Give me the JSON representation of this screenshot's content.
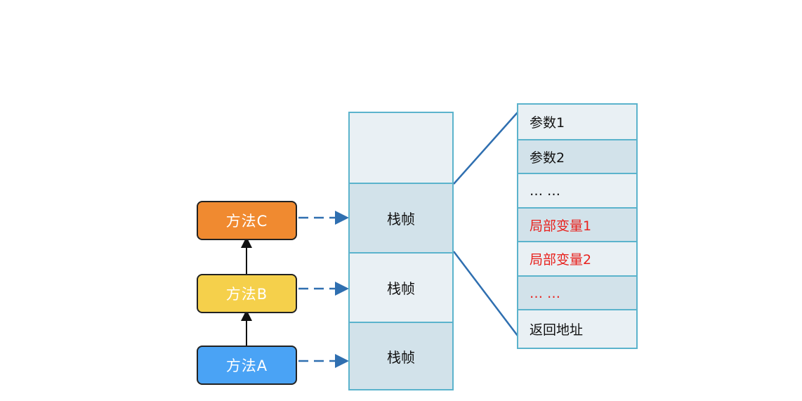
{
  "methods": {
    "c": "方法C",
    "b": "方法B",
    "a": "方法A"
  },
  "stack": {
    "frame_label": "栈帧"
  },
  "frame_detail": {
    "rows": [
      "参数1",
      "参数2",
      "… …",
      "局部变量1",
      "局部变量2",
      "… …",
      "返回地址"
    ]
  },
  "colors": {
    "method_c": "#f08a30",
    "method_b": "#f5d04b",
    "method_a": "#4aa3f5",
    "border": "#5bb3cc",
    "cell_light": "#e9f0f4",
    "cell_dark": "#d2e2ea",
    "highlight_text": "#e8221e",
    "dashed_arrow": "#2f6fb0"
  }
}
